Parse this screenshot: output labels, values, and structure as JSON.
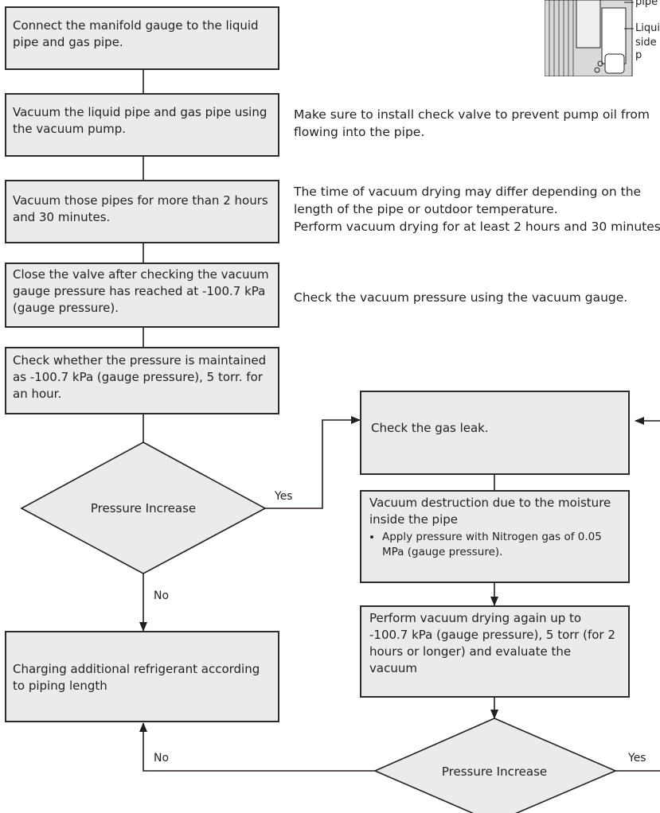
{
  "steps": [
    "Connect the manifold gauge to the liquid pipe and gas pipe.",
    "Vacuum the liquid pipe and gas pipe using the vacuum pump.",
    "Vacuum those pipes for more than 2 hours and 30 minutes.",
    "Close the valve after checking the vacuum gauge pressure has reached at -100.7 kPa (gauge pressure).",
    "Check whether the pressure is maintained as -100.7 kPa (gauge pressure), 5 torr. for an hour.",
    "Charging additional refrigerant according to piping length"
  ],
  "notes": {
    "pump_oil": "Make sure to install check valve to prevent pump oil from flowing into the pipe.",
    "drying_time_1": "The time of vacuum drying may differ depending on the",
    "drying_time_2": "length of the pipe or outdoor temperature.",
    "drying_time_3": "Perform vacuum drying for at least 2 hours and 30 minutes.",
    "vacuum_gauge": "Check the vacuum pressure using the vacuum gauge."
  },
  "right_branch": {
    "gas_leak": "Check the gas leak.",
    "vacuum_destruction_title": "Vacuum destruction due to the moisture inside the pipe",
    "vacuum_destruction_bullet": "Apply pressure with Nitrogen gas of 0.05 MPa (gauge pressure).",
    "vacuum_again": "Perform vacuum drying again up to -100.7 kPa (gauge pressure), 5 torr (for 2 hours or longer) and evaluate the vacuum"
  },
  "decisions": {
    "first": "Pressure Increase",
    "second": "Pressure Increase"
  },
  "branch_labels": {
    "yes_1": "Yes",
    "no_1": "No",
    "no_2": "No",
    "yes_2": "Yes"
  },
  "photo_callouts": {
    "pipe": "pipe",
    "liquid_1": "Liqui",
    "liquid_2": "side p"
  }
}
